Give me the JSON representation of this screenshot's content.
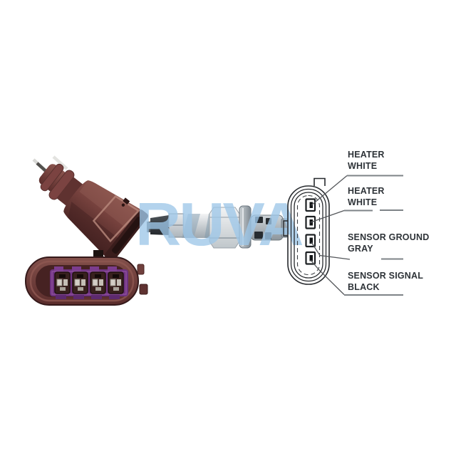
{
  "image": {
    "background_color": "#ffffff",
    "subject": "oxygen sensor with 4-pin connector and wiring pinout"
  },
  "watermark": {
    "text": "RUVA",
    "color": "#b3d3ed"
  },
  "figures": {
    "plug_side_view": "brown-4pin-connector-plug-icon",
    "plug_front_view": "brown-4pin-connector-front-icon",
    "sensor_body": "oxygen-sensor-body-icon",
    "pinout_connector": "4pin-connector-outline-icon"
  },
  "pinout": {
    "pin_count": 4,
    "labels": [
      {
        "pin": 1,
        "line1": "HEATER",
        "line2": "WHITE"
      },
      {
        "pin": 2,
        "line1": "HEATER",
        "line2": "WHITE"
      },
      {
        "pin": 3,
        "line1": "SENSOR GROUND",
        "line2": "GRAY"
      },
      {
        "pin": 4,
        "line1": "SENSOR SIGNAL",
        "line2": "BLACK"
      }
    ],
    "label_text_color": "#2e3338",
    "leader_line_color": "#55585c",
    "rule_color": "#7e8387"
  },
  "photo_colors": {
    "connector_brown": "#6e3c3a",
    "connector_purple_insert": "#7c3d86",
    "sensor_metal": "#c6ccd0"
  }
}
